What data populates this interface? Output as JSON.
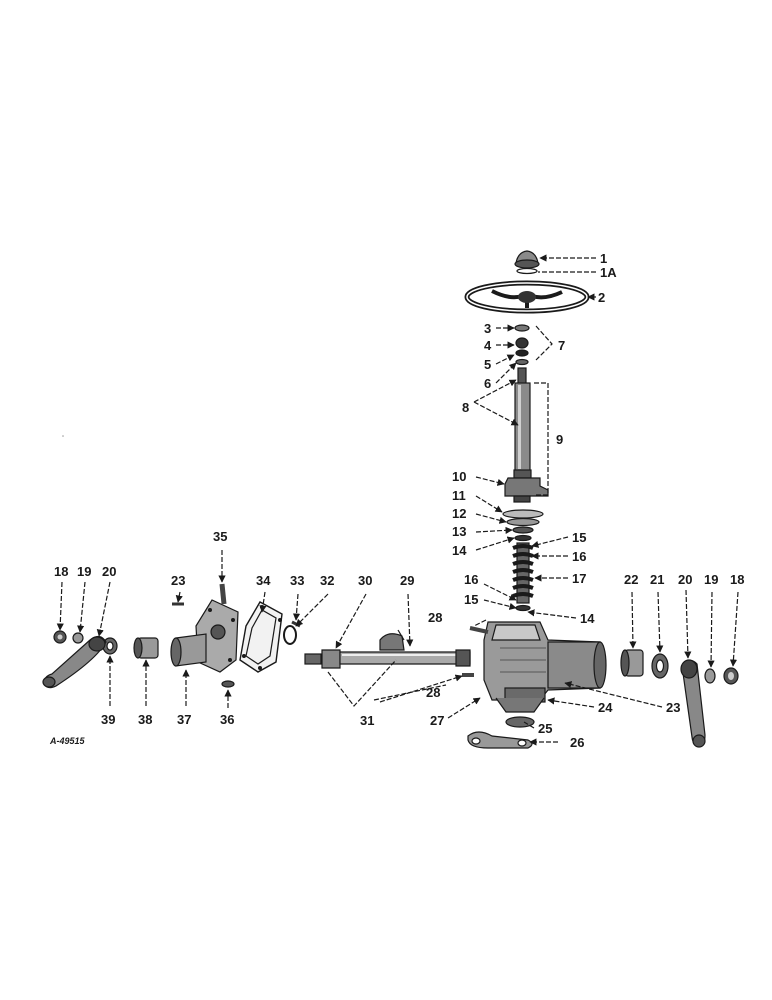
{
  "figure_ref": "A-49515",
  "callouts": {
    "c1": "1",
    "c1a": "1A",
    "c2": "2",
    "c3": "3",
    "c4": "4",
    "c5": "5",
    "c6": "6",
    "c7": "7",
    "c8": "8",
    "c9": "9",
    "c10": "10",
    "c11": "11",
    "c12": "12",
    "c13": "13",
    "c14a": "14",
    "c14b": "14",
    "c15a": "15",
    "c15b": "15",
    "c16a": "16",
    "c16b": "16",
    "c17": "17",
    "c18l": "18",
    "c19l": "19",
    "c20l": "20",
    "c18r": "18",
    "c19r": "19",
    "c20r": "20",
    "c21": "21",
    "c22": "22",
    "c23a": "23",
    "c23b": "23",
    "c24": "24",
    "c25": "25",
    "c26": "26",
    "c27": "27",
    "c28a": "28",
    "c28b": "28",
    "c29": "29",
    "c30": "30",
    "c31": "31",
    "c32": "32",
    "c33": "33",
    "c34": "34",
    "c35": "35",
    "c36": "36",
    "c37": "37",
    "c38": "38",
    "c39": "39"
  }
}
